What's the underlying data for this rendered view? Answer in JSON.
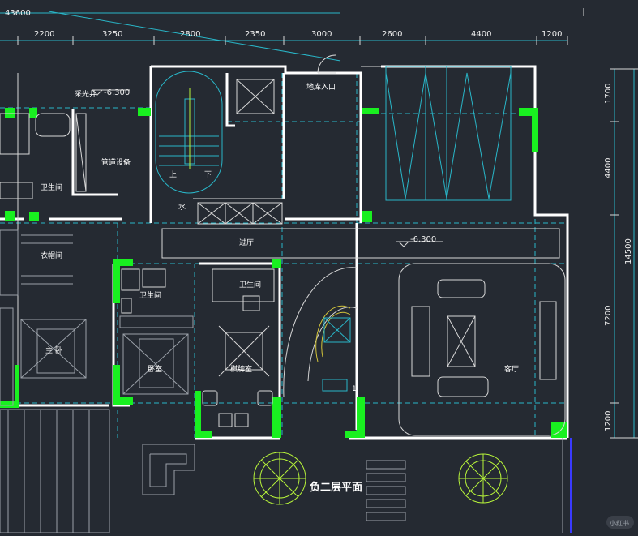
{
  "colors": {
    "background": "#252a32",
    "wall": "#ffffff",
    "column": "#19f020",
    "grid_line": "#29b6c8",
    "text": "#ffffff",
    "tree": "#b8f53a",
    "water_edge": "#3a3aff"
  },
  "overall_width": "43600",
  "overall_height": "14500",
  "top_dimensions": [
    "2200",
    "3250",
    "2800",
    "2350",
    "3000",
    "2600",
    "4400",
    "1200"
  ],
  "right_dimensions": [
    "1700",
    "4400",
    "7200",
    "1200"
  ],
  "levels": {
    "lightwell": "采光井",
    "lightwell_level": "-6.300",
    "hall_level": "-6.300"
  },
  "rooms": {
    "basement_entrance": "地库入口",
    "equipment_room": "管道设备",
    "bathroom_left": "卫生间",
    "walk_in_closet": "衣帽间",
    "master_bedroom": "主 卧",
    "hall": "过厅",
    "bathroom_mid": "卫生间",
    "bedroom": "卧室",
    "bathroom_right": "卫生间",
    "tea_room": "棋牌室",
    "living_room": "客厅",
    "water": "水"
  },
  "stair": {
    "up": "上",
    "down": "下",
    "mark": "1"
  },
  "drawing_title": "负二层平面",
  "watermark": "小红书"
}
